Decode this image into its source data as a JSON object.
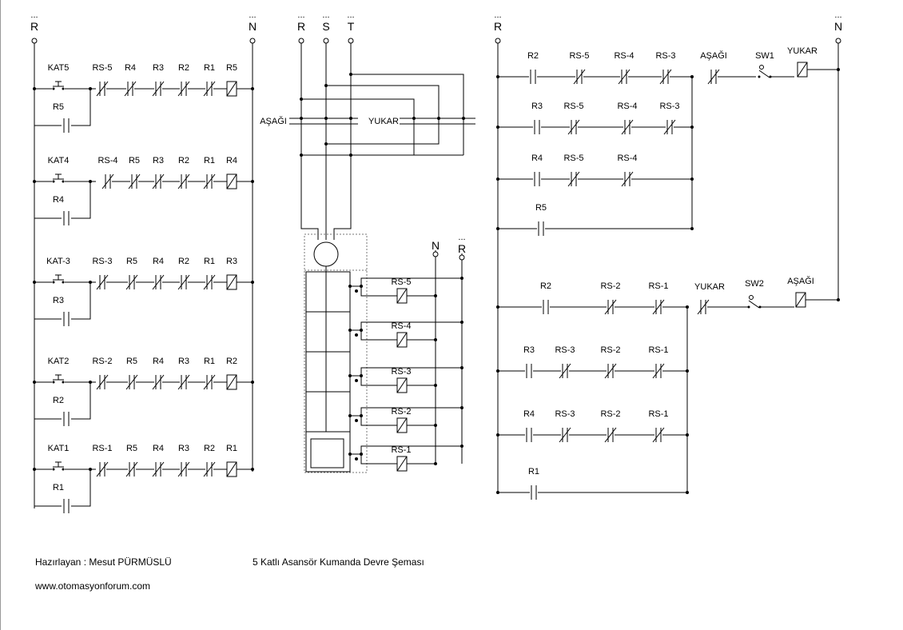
{
  "supply": {
    "R": "R",
    "N": "N",
    "S": "S",
    "T": "T",
    "dots": "..."
  },
  "left": {
    "rungs": [
      {
        "button": "KAT5",
        "hold": "R5",
        "contacts": [
          "RS-5",
          "R4",
          "R3",
          "R2",
          "R1"
        ],
        "coil": "R5"
      },
      {
        "button": "KAT4",
        "hold": "R4",
        "contacts": [
          "RS-4",
          "R5",
          "R3",
          "R2",
          "R1"
        ],
        "coil": "R4"
      },
      {
        "button": "KAT-3",
        "hold": "R3",
        "contacts": [
          "RS-3",
          "R5",
          "R4",
          "R2",
          "R1"
        ],
        "coil": "R3"
      },
      {
        "button": "KAT2",
        "hold": "R2",
        "contacts": [
          "RS-2",
          "R5",
          "R4",
          "R3",
          "R1"
        ],
        "coil": "R2"
      },
      {
        "button": "KAT1",
        "hold": "R1",
        "contacts": [
          "RS-1",
          "R5",
          "R4",
          "R3",
          "R2"
        ],
        "coil": "R1"
      }
    ]
  },
  "middle": {
    "contactors": {
      "down": "AŞAĞI",
      "up": "YUKAR"
    },
    "sensors": [
      "RS-5",
      "RS-4",
      "RS-3",
      "RS-2",
      "RS-1"
    ]
  },
  "right": {
    "up_block": {
      "rows": [
        {
          "no": "R2",
          "nc": [
            "RS-5",
            "RS-4",
            "RS-3"
          ]
        },
        {
          "no": "R3",
          "nc": [
            "RS-5",
            "RS-4",
            "RS-3"
          ]
        },
        {
          "no": "R4",
          "nc": [
            "RS-5",
            "RS-4"
          ]
        },
        {
          "no": "R5",
          "nc": []
        }
      ],
      "interlock": "AŞAĞI",
      "switch": "SW1",
      "coil": "YUKAR"
    },
    "down_block": {
      "rows": [
        {
          "no": "R2",
          "nc": [
            "RS-2",
            "RS-1"
          ]
        },
        {
          "no": "R3",
          "nc": [
            "RS-3",
            "RS-2",
            "RS-1"
          ]
        },
        {
          "no": "R4",
          "nc": [
            "RS-3",
            "RS-2",
            "RS-1"
          ]
        },
        {
          "no": "R1",
          "nc": []
        }
      ],
      "interlock": "YUKAR",
      "switch": "SW2",
      "coil": "AŞAĞI"
    }
  },
  "footer": {
    "author": "Hazırlayan : Mesut PÜRMÜSLÜ",
    "title": "5 Katlı Asansör Kumanda Devre Şeması",
    "website": "www.otomasyonforum.com"
  }
}
